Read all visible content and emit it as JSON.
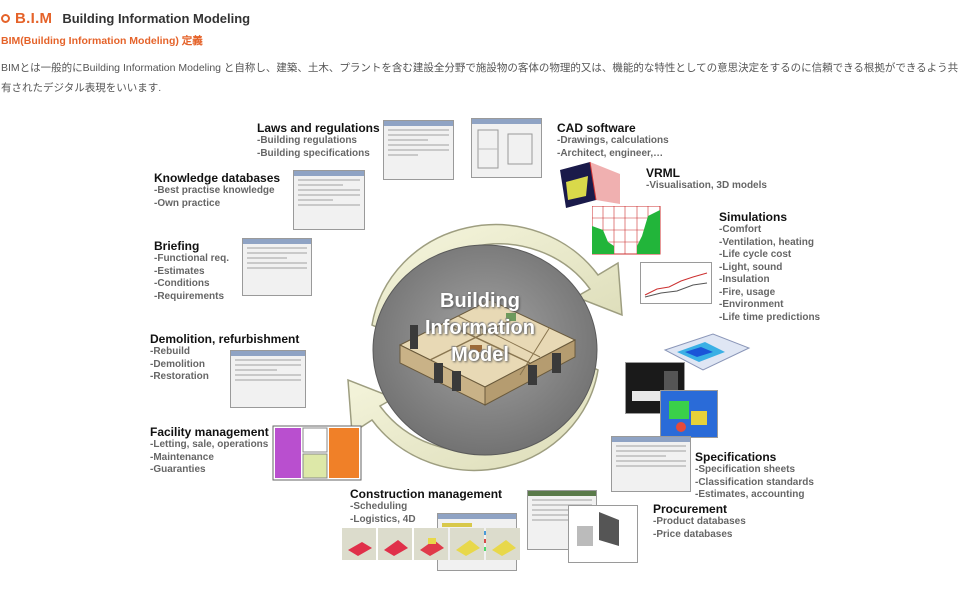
{
  "header": {
    "title_abbr": "B.I.M",
    "title_full": "Building Information Modeling",
    "definition": "BIM(Building Information Modeling) 定義",
    "description": "BIMとは一般的にBuilding Information Modeling と自称し、建築、土木、プラントを含む建設全分野で施設物の客体の物理的又は、機能的な特性としての意思決定をするのに信頼できる根拠ができるよう共有されたデジタル表現をいいます."
  },
  "center": {
    "line1": "Building",
    "line2": "Information",
    "line3": "Model"
  },
  "laws": {
    "title": "Laws and regulations",
    "item1": "-Building regulations",
    "item2": "-Building specifications"
  },
  "cad": {
    "title": "CAD software",
    "item1": "-Drawings, calculations",
    "item2": "-Architect, engineer,…"
  },
  "vrml": {
    "title": "VRML",
    "item1": "-Visualisation, 3D models"
  },
  "knowledge": {
    "title": "Knowledge databases",
    "item1": "-Best practise knowledge",
    "item2": "-Own practice"
  },
  "briefing": {
    "title": "Briefing",
    "item1": "-Functional req.",
    "item2": "-Estimates",
    "item3": "-Conditions",
    "item4": "-Requirements"
  },
  "simulations": {
    "title": "Simulations",
    "item1": "-Comfort",
    "item2": "-Ventilation, heating",
    "item3": "-Life cycle cost",
    "item4": "-Light, sound",
    "item5": "-Insulation",
    "item6": "-Fire, usage",
    "item7": "-Environment",
    "item8": "-Life time predictions"
  },
  "demolition": {
    "title": "Demolition, refurbishment",
    "item1": "-Rebuild",
    "item2": "-Demolition",
    "item3": "-Restoration"
  },
  "facility": {
    "title": "Facility management",
    "item1": "-Letting, sale, operations",
    "item2": "-Maintenance",
    "item3": "-Guaranties"
  },
  "specifications": {
    "title": "Specifications",
    "item1": "-Specification sheets",
    "item2": "-Classification standards",
    "item3": "-Estimates, accounting"
  },
  "construction": {
    "title": "Construction management",
    "item1": "-Scheduling",
    "item2": "-Logistics, 4D"
  },
  "procurement": {
    "title": "Procurement",
    "item1": "-Product databases",
    "item2": "-Price databases"
  },
  "colors": {
    "accent": "#e5632a",
    "ring": "#efefcf",
    "disc": "#8a8a8a"
  }
}
